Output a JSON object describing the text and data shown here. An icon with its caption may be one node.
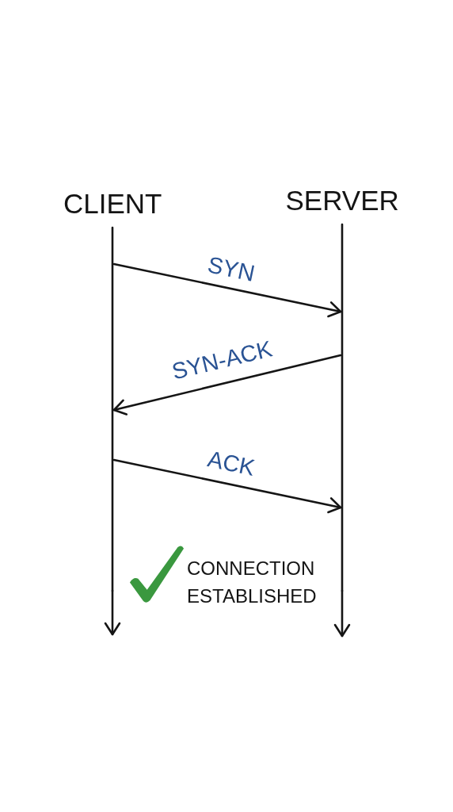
{
  "diagram": {
    "nodes": [
      {
        "text": [],
        "shape": "line",
        "beside": [
          "CLIENT"
        ]
      },
      {
        "text": [],
        "shape": "line",
        "beside": [
          "SERVER"
        ]
      }
    ],
    "edges": [
      {
        "from": 0,
        "to": 1,
        "arrow": "to",
        "label": "SYN"
      },
      {
        "from": 1,
        "to": 0,
        "arrow": "to",
        "label": "SYN-ACK"
      },
      {
        "from": 0,
        "to": 1,
        "arrow": "to",
        "label": "ACK"
      },
      {
        "from": 0,
        "to": null,
        "arrow": "to"
      },
      {
        "from": 1,
        "to": null,
        "arrow": "to"
      }
    ],
    "labels": [
      "CONNECTION ESTABLISHED"
    ]
  }
}
